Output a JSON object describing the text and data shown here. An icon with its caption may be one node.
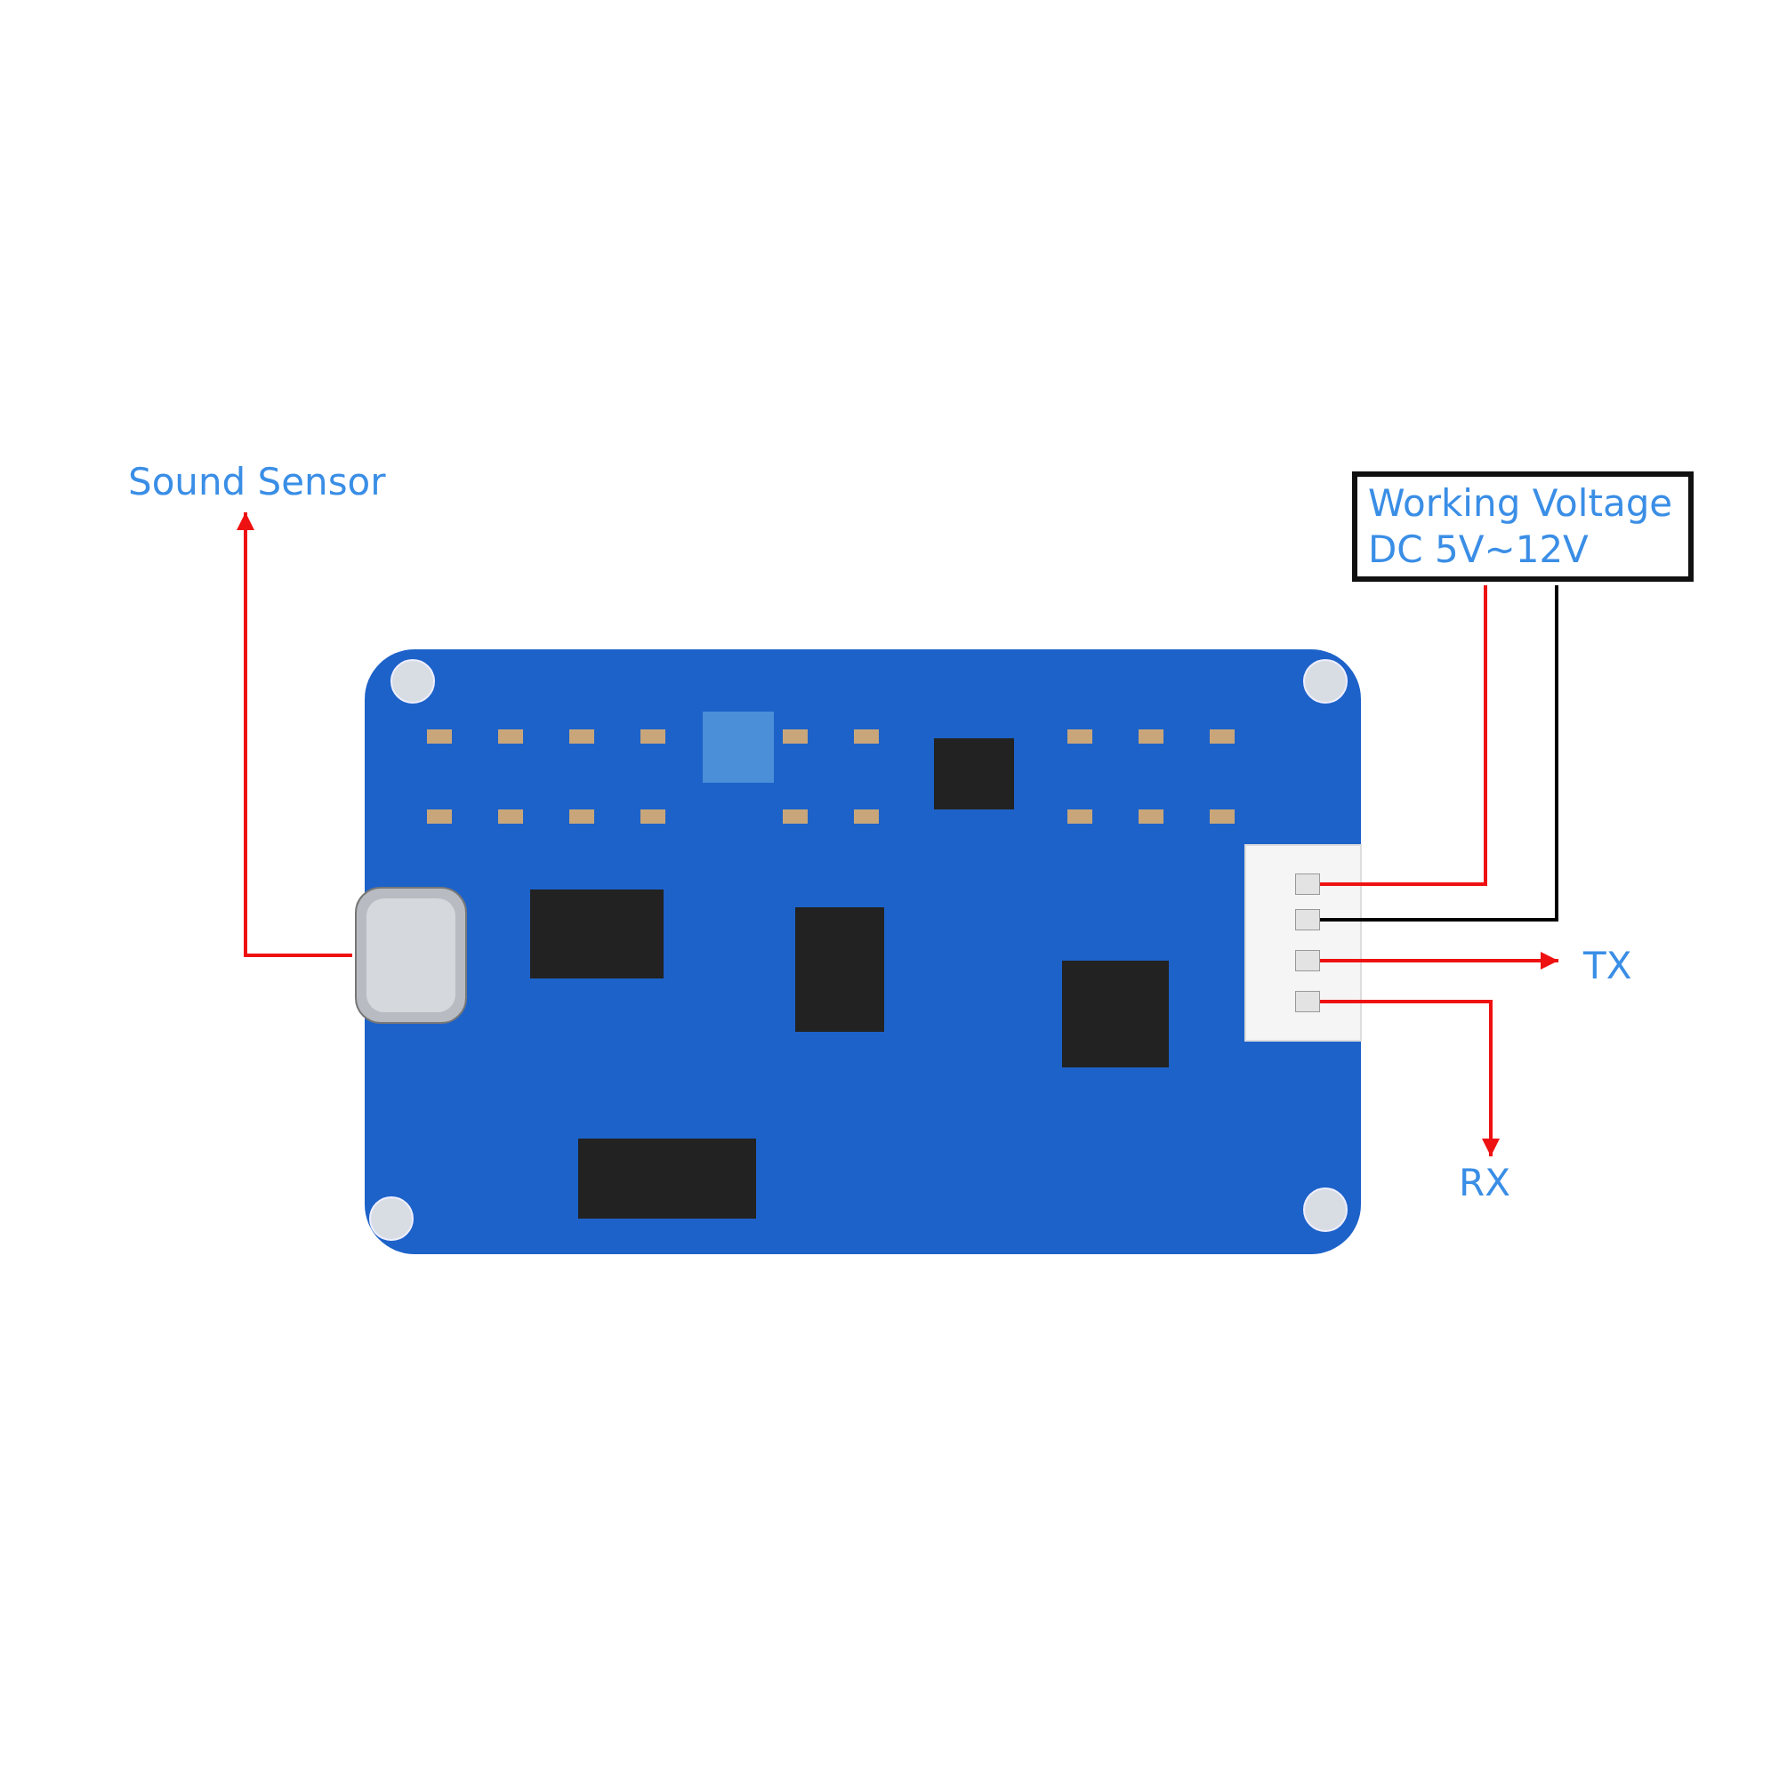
{
  "diagram": {
    "nodes": [
      {
        "text": [
          "Sound Sensor"
        ]
      },
      {
        "text": [
          "Working Voltage DC 5V~12V"
        ]
      },
      {
        "text": [],
        "shape": "picture"
      },
      {
        "text": [],
        "shape": "box"
      },
      {
        "text": [],
        "shape": "box"
      },
      {
        "text": [],
        "shape": "box"
      },
      {
        "text": [],
        "shape": "box"
      },
      {
        "text": [
          "TX"
        ]
      },
      {
        "text": [
          "RX"
        ]
      }
    ],
    "edges": [
      {
        "from": 2,
        "to": 0,
        "arrow": "to"
      },
      {
        "from": 3,
        "to": 1,
        "arrow": "none"
      },
      {
        "from": 4,
        "to": 1,
        "arrow": "none",
        "color": "#000000"
      },
      {
        "from": 5,
        "to": 7,
        "arrow": "to"
      },
      {
        "from": 6,
        "to": 8,
        "arrow": "to"
      }
    ]
  }
}
